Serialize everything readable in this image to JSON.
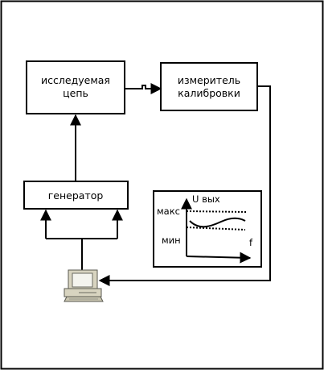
{
  "diagram": {
    "blocks": {
      "circuit": {
        "line1": "исследуемая",
        "line2": "цепь"
      },
      "meter": {
        "line1": "измеритель",
        "line2": "калибровки"
      },
      "generator": {
        "label": "генератор"
      }
    },
    "graph": {
      "y_label": "U вых",
      "x_label": "f",
      "max_label": "макс",
      "min_label": "мин"
    },
    "icons": {
      "computer": "computer-icon"
    }
  }
}
